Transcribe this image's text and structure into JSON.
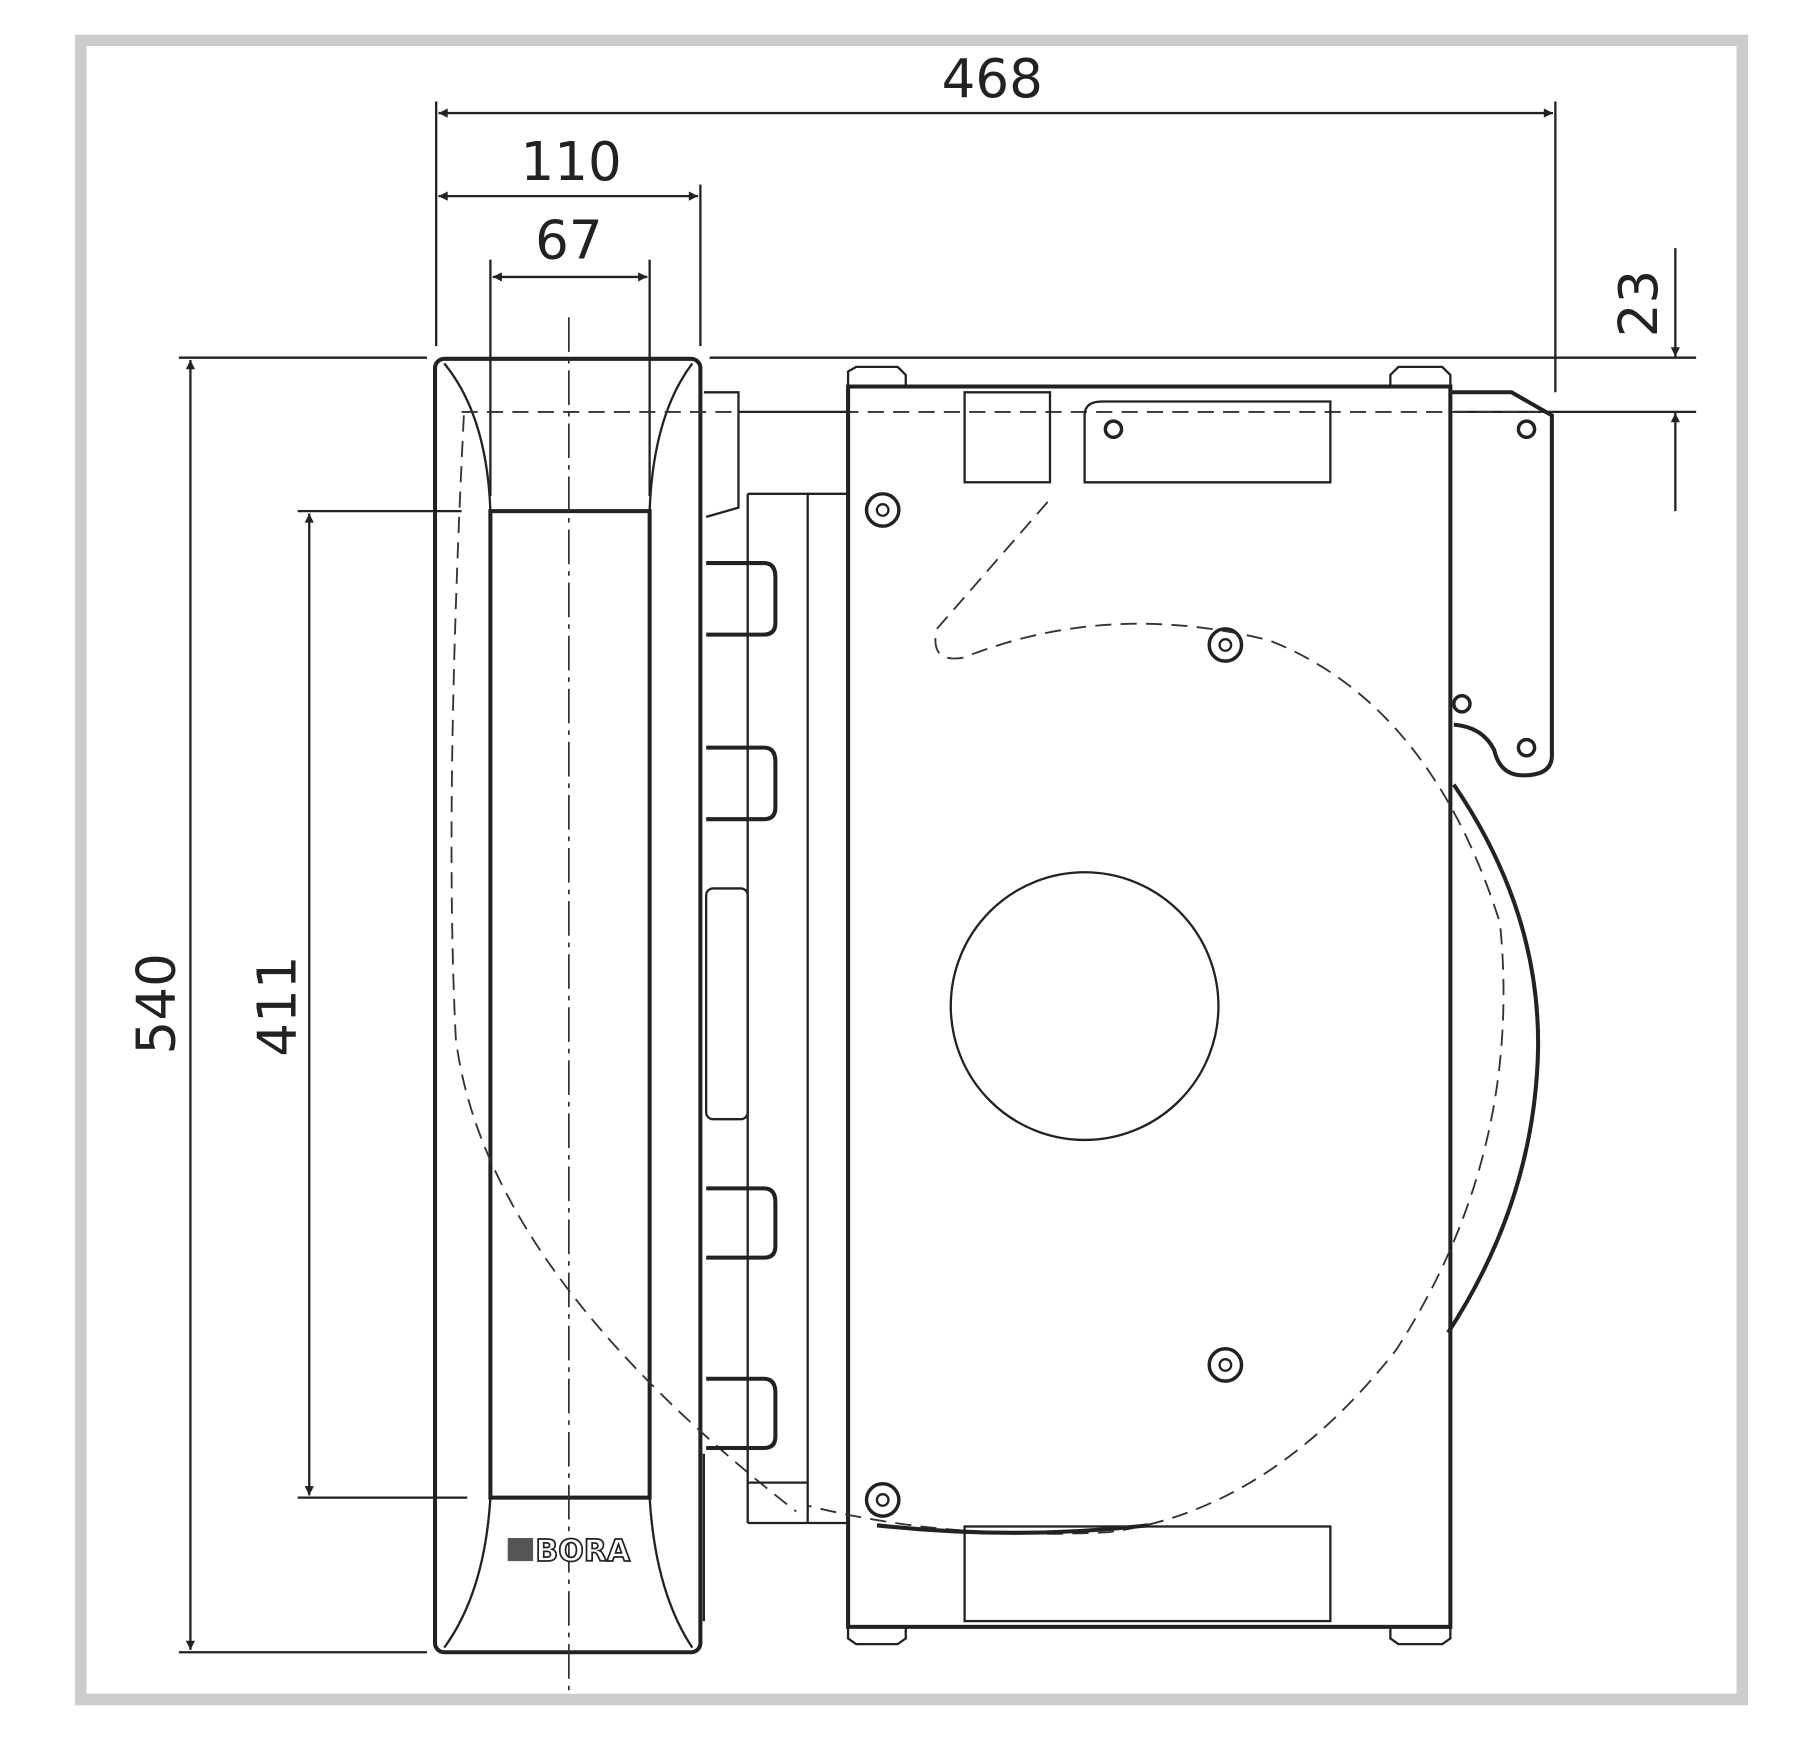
{
  "dimensions": {
    "total_depth": "468",
    "panel_width": "110",
    "opening_width": "67",
    "top_offset": "23",
    "total_height": "540",
    "opening_height": "411"
  },
  "logo": "BORA"
}
